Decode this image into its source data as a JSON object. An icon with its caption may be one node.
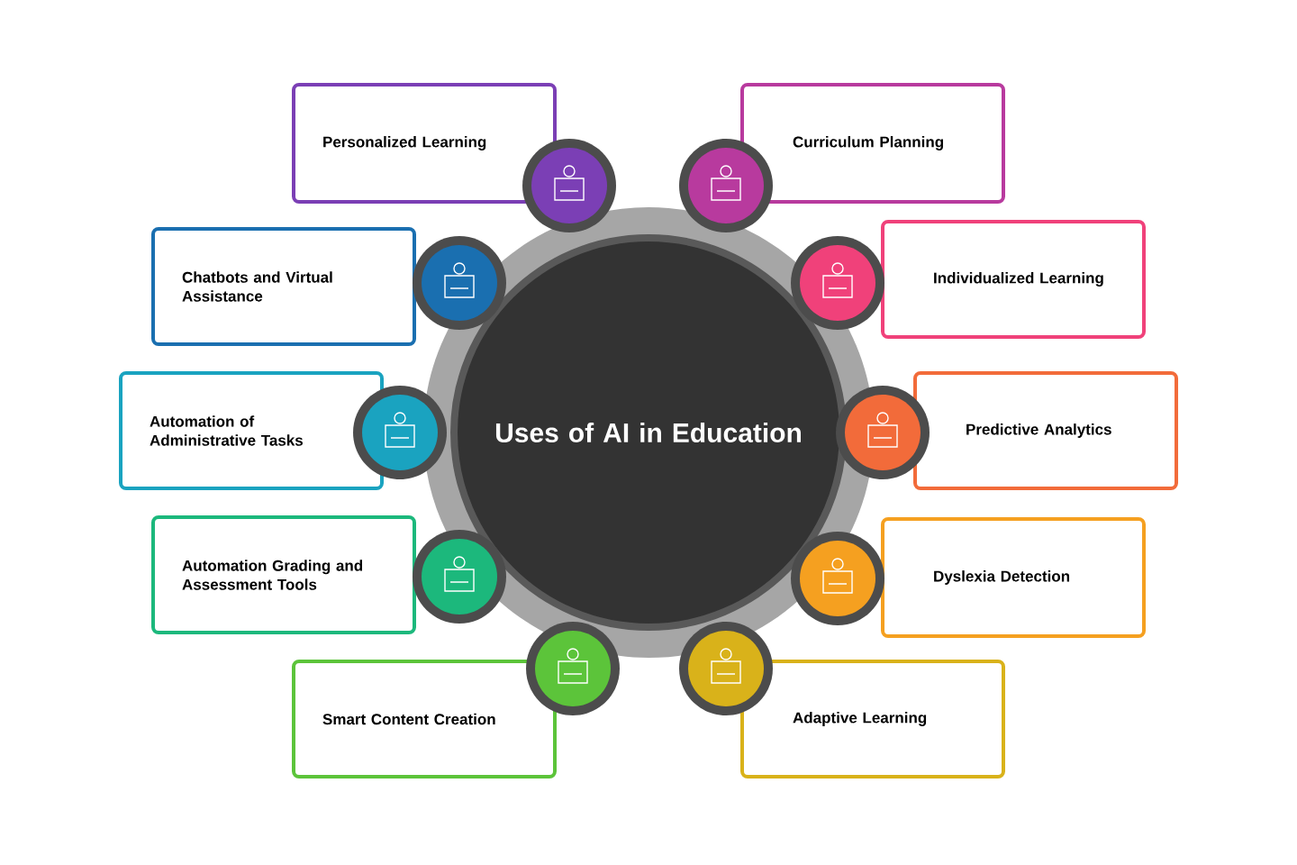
{
  "diagram": {
    "nodes": [
      {
        "text": [
          "Uses of AI in Education"
        ]
      },
      {
        "text": [
          "Personalized Learning"
        ]
      },
      {
        "text": [
          "Chatbots and Virtual Assistance"
        ]
      },
      {
        "text": [
          "Automation of Administrative Tasks"
        ]
      },
      {
        "text": [
          "Automation Grading and Assessment Tools"
        ]
      },
      {
        "text": [
          "Smart Content Creation"
        ]
      },
      {
        "text": [
          "Curriculum Planning"
        ]
      },
      {
        "text": [
          "Individualized Learning"
        ]
      },
      {
        "text": [
          "Predictive Analytics"
        ]
      },
      {
        "text": [
          "Dyslexia Detection"
        ]
      },
      {
        "text": [
          "Adaptive Learning"
        ]
      }
    ]
  }
}
